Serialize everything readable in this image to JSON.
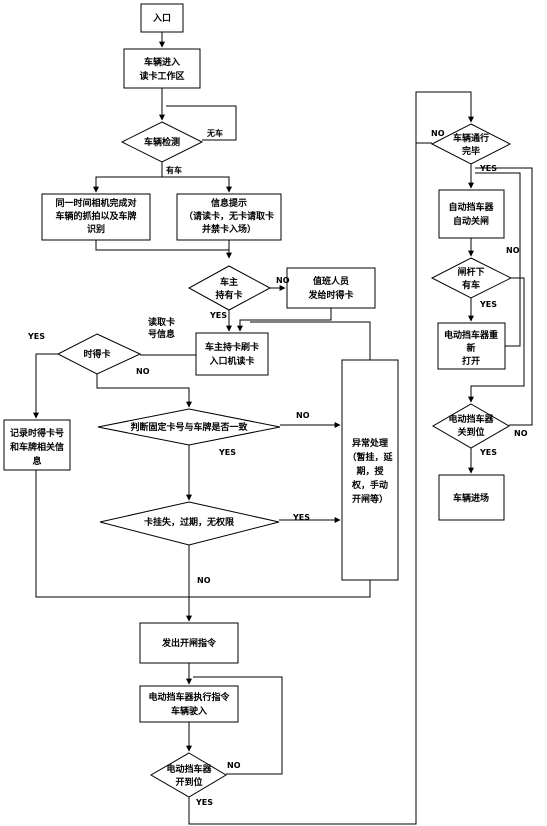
{
  "nodes": {
    "entry": "入口",
    "enter_zone": [
      "车辆进入",
      "读卡工作区"
    ],
    "detect": "车辆检测",
    "camera": [
      "同一时间相机完成对",
      "车辆的抓拍以及车牌",
      "识别"
    ],
    "info_prompt": [
      "信息提示",
      "（请读卡，无卡请取卡",
      "并禁卡入场）"
    ],
    "has_card": [
      "车主",
      "持有卡"
    ],
    "staff_issue": [
      "值班人员",
      "发给时得卡"
    ],
    "swipe_card": [
      "车主持卡刷卡",
      "入口机读卡"
    ],
    "read_card_info": [
      "读取卡",
      "号信息"
    ],
    "temp_card": "时得卡",
    "record_temp": [
      "记录时得卡号",
      "和车牌相关信",
      "息"
    ],
    "judge_fixed": "判断固定卡号与车牌是否一致",
    "card_status": "卡挂失，过期，无权限",
    "exception": [
      "异常处理",
      "（暂挂，延",
      "期，授",
      "权，手动",
      "开闸等）"
    ],
    "open_cmd": "发出开闸指令",
    "exec_cmd": [
      "电动挡车器执行指令",
      "车辆驶入"
    ],
    "open_done": [
      "电动挡车器",
      "开到位"
    ],
    "pass_done": [
      "车辆通行",
      "完毕"
    ],
    "auto_close": [
      "自动挡车器",
      "自动关闸"
    ],
    "under_bar": [
      "闸杆下",
      "有车"
    ],
    "reopen": [
      "电动挡车器重",
      "新",
      "打开"
    ],
    "close_done": [
      "电动挡车器",
      "关到位"
    ],
    "vehicle_in": "车辆进场"
  },
  "labels": {
    "no_car": "无车",
    "has_car": "有车",
    "yes": "YES",
    "no": "NO"
  }
}
